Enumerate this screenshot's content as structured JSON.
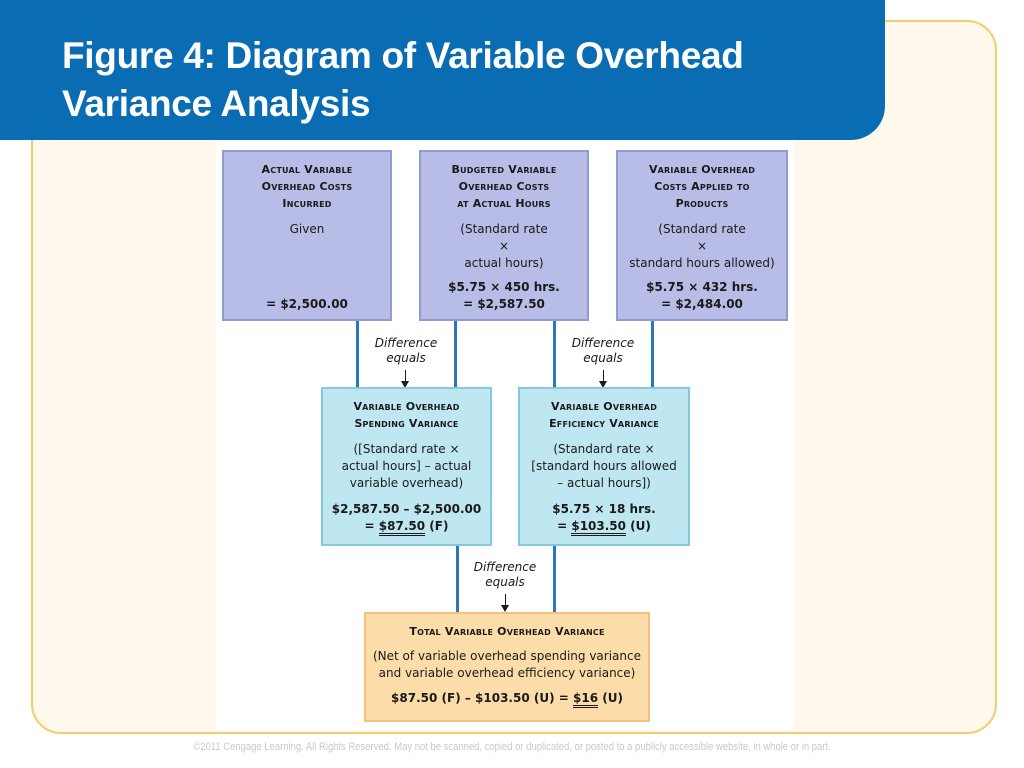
{
  "slide": {
    "title": "Figure 4: Diagram of Variable Overhead Variance Analysis",
    "footer": "©2011 Cengage Learning. All Rights Reserved. May not be scanned, copied or duplicated, or posted to a publicly accessible website, in whole or in part.",
    "colors": {
      "banner": "#0a6db3",
      "frame_border": "#f5cc6c",
      "frame_fill": "#fef9ec",
      "connector": "#2a78b7",
      "top_box": "#b7bde6",
      "middle_box": "#bfe7f2",
      "bottom_box": "#fcdda9"
    }
  },
  "diagram": {
    "actual": {
      "heading_lines": [
        "Actual Variable",
        "Overhead Costs",
        "Incurred"
      ],
      "basis": "Given",
      "calc": "= $2,500.00"
    },
    "budgeted": {
      "heading_lines": [
        "Budgeted Variable",
        "Overhead Costs",
        "at Actual Hours"
      ],
      "formula_lines": [
        "(Standard rate",
        "×",
        "actual hours)"
      ],
      "calc_1": "$5.75 × 450 hrs.",
      "calc_2": "= $2,587.50"
    },
    "applied": {
      "heading_lines": [
        "Variable Overhead",
        "Costs Applied to",
        "Products"
      ],
      "formula_lines": [
        "(Standard rate",
        "×",
        "standard hours allowed)"
      ],
      "calc_1": "$5.75 × 432 hrs.",
      "calc_2": "= $2,484.00"
    },
    "difference_label": [
      "Difference",
      "equals"
    ],
    "spending": {
      "heading_lines": [
        "Variable Overhead",
        "Spending Variance"
      ],
      "formula_lines": [
        "([Standard rate ×",
        "actual hours] – actual",
        "variable overhead)"
      ],
      "calc_1": "$2,587.50 – $2,500.00",
      "result_prefix": "= ",
      "result_value": "$87.50",
      "result_suffix": " (F)"
    },
    "efficiency": {
      "heading_lines": [
        "Variable Overhead",
        "Efficiency Variance"
      ],
      "formula_lines": [
        "(Standard rate ×",
        "[standard hours allowed",
        "– actual hours])"
      ],
      "calc_1": "$5.75 × 18 hrs.",
      "result_prefix": "= ",
      "result_value": "$103.50",
      "result_suffix": " (U)"
    },
    "total": {
      "heading": "Total Variable Overhead Variance",
      "formula_lines": [
        "(Net of variable overhead spending variance",
        "and variable overhead efficiency variance)"
      ],
      "result_prefix": "$87.50 (F) – $103.50 (U) = ",
      "result_value": "$16",
      "result_suffix": " (U)"
    }
  }
}
